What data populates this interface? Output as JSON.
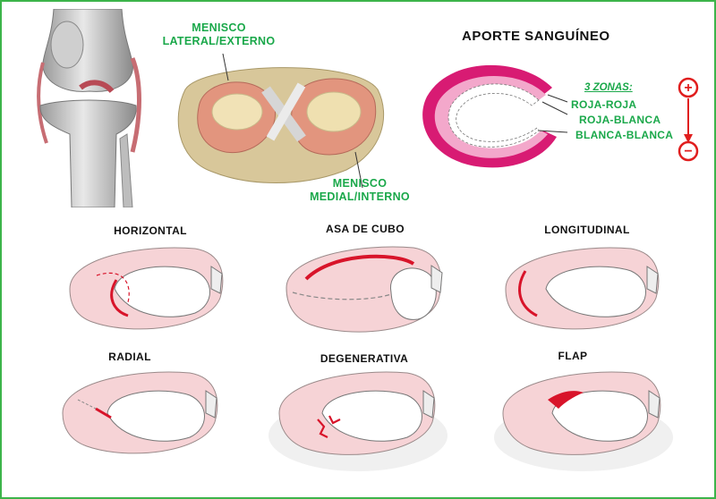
{
  "anatomy": {
    "lateral_label_line1": "MENISCO",
    "lateral_label_line2": "LATERAL/EXTERNO",
    "medial_label_line1": "MENISCO",
    "medial_label_line2": "MEDIAL/INTERNO"
  },
  "blood_supply": {
    "title": "APORTE SANGUÍNEO",
    "zones_heading": "3 ZONAS:",
    "zones": [
      "ROJA-ROJA",
      "ROJA-BLANCA",
      "BLANCA-BLANCA"
    ],
    "more_symbol": "+",
    "less_symbol": "−",
    "colors": {
      "red_red": "#d81b73",
      "red_white": "#f3a8cb",
      "white_white": "#ffffff",
      "arrow": "#e01e1e"
    }
  },
  "tear_types": [
    {
      "label": "HORIZONTAL"
    },
    {
      "label": "ASA DE CUBO"
    },
    {
      "label": "LONGITUDINAL"
    },
    {
      "label": "RADIAL"
    },
    {
      "label": "DEGENERATIVA"
    },
    {
      "label": "FLAP"
    }
  ],
  "colors": {
    "accent_green": "#1aa84a",
    "frame_green": "#3cb44a",
    "meniscus_pink": "#f6d3d6",
    "tear_red": "#d8142a"
  }
}
